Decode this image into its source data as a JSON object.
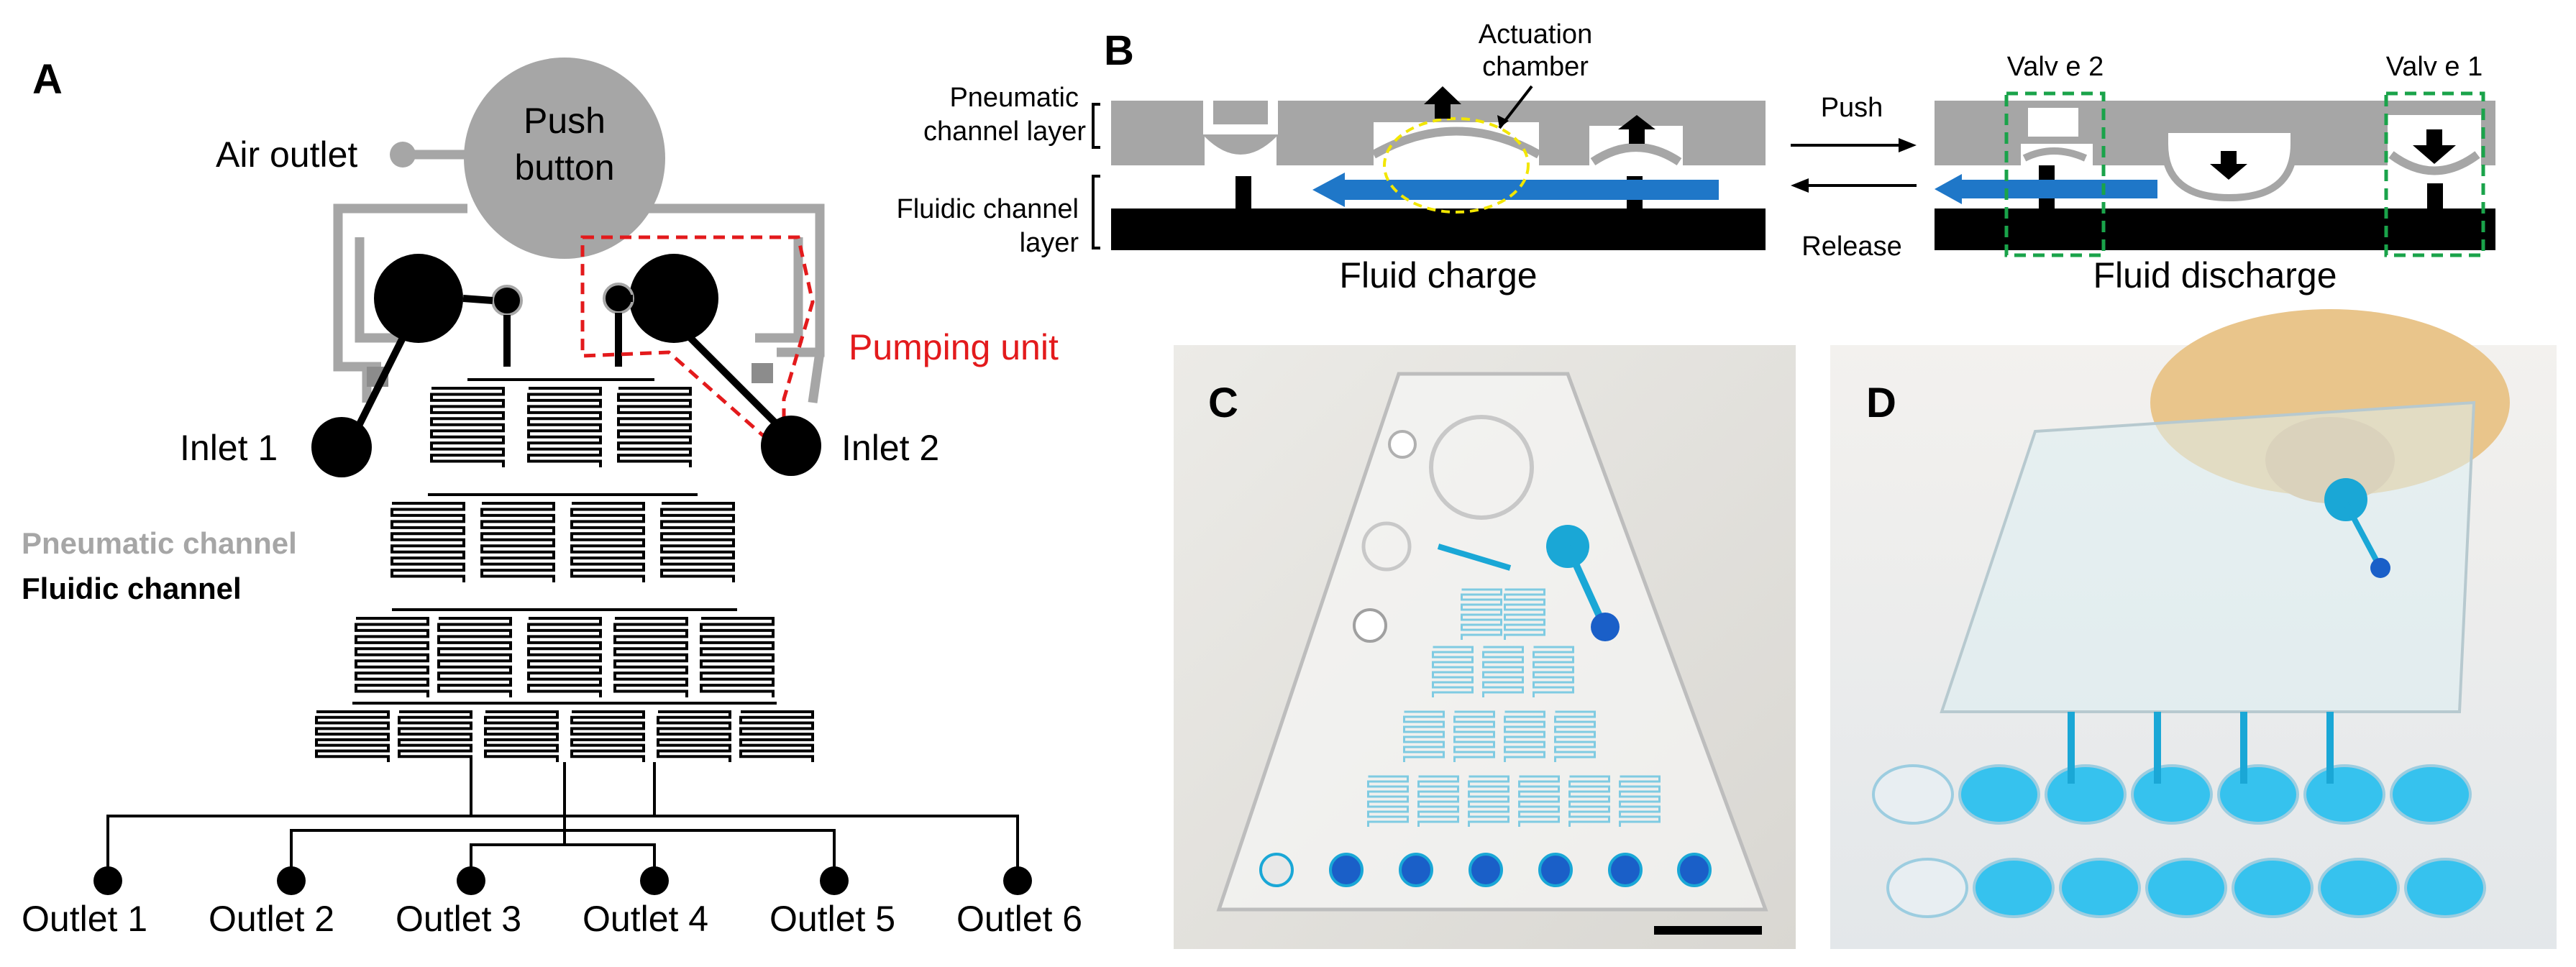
{
  "panels": {
    "a": {
      "letter": "A",
      "push_button": [
        "Push",
        "button"
      ],
      "air_outlet": "Air outlet",
      "pumping_unit": "Pumping unit",
      "inlet_1": "Inlet 1",
      "inlet_2": "Inlet 2",
      "legend_pneumatic": "Pneumatic channel",
      "legend_fluidic": "Fluidic channel",
      "outlets": [
        "Outlet 1",
        "Outlet 2",
        "Outlet 3",
        "Outlet 4",
        "Outlet 5",
        "Outlet 6"
      ]
    },
    "b": {
      "letter": "B",
      "pneumatic_layer": [
        "Pneumatic",
        "channel layer"
      ],
      "fluidic_layer": [
        "Fluidic channel",
        "layer"
      ],
      "actuation_chamber": [
        "Actuation",
        "chamber"
      ],
      "fluid_charge": "Fluid charge",
      "fluid_discharge": "Fluid discharge",
      "push": "Push",
      "release": "Release",
      "valve_2": "Valv e 2",
      "valve_1": "Valv e 1"
    },
    "c": {
      "letter": "C"
    },
    "d": {
      "letter": "D"
    }
  },
  "colors": {
    "pneumatic": "#a6a6a6",
    "fluidic": "#000000",
    "flow_arrow": "#1f77c8",
    "pumping_box": "#e31a1c",
    "valve_box": "#1aa34a",
    "actuation_ellipse": "#f2e600",
    "dye": "#1aa7d6"
  }
}
